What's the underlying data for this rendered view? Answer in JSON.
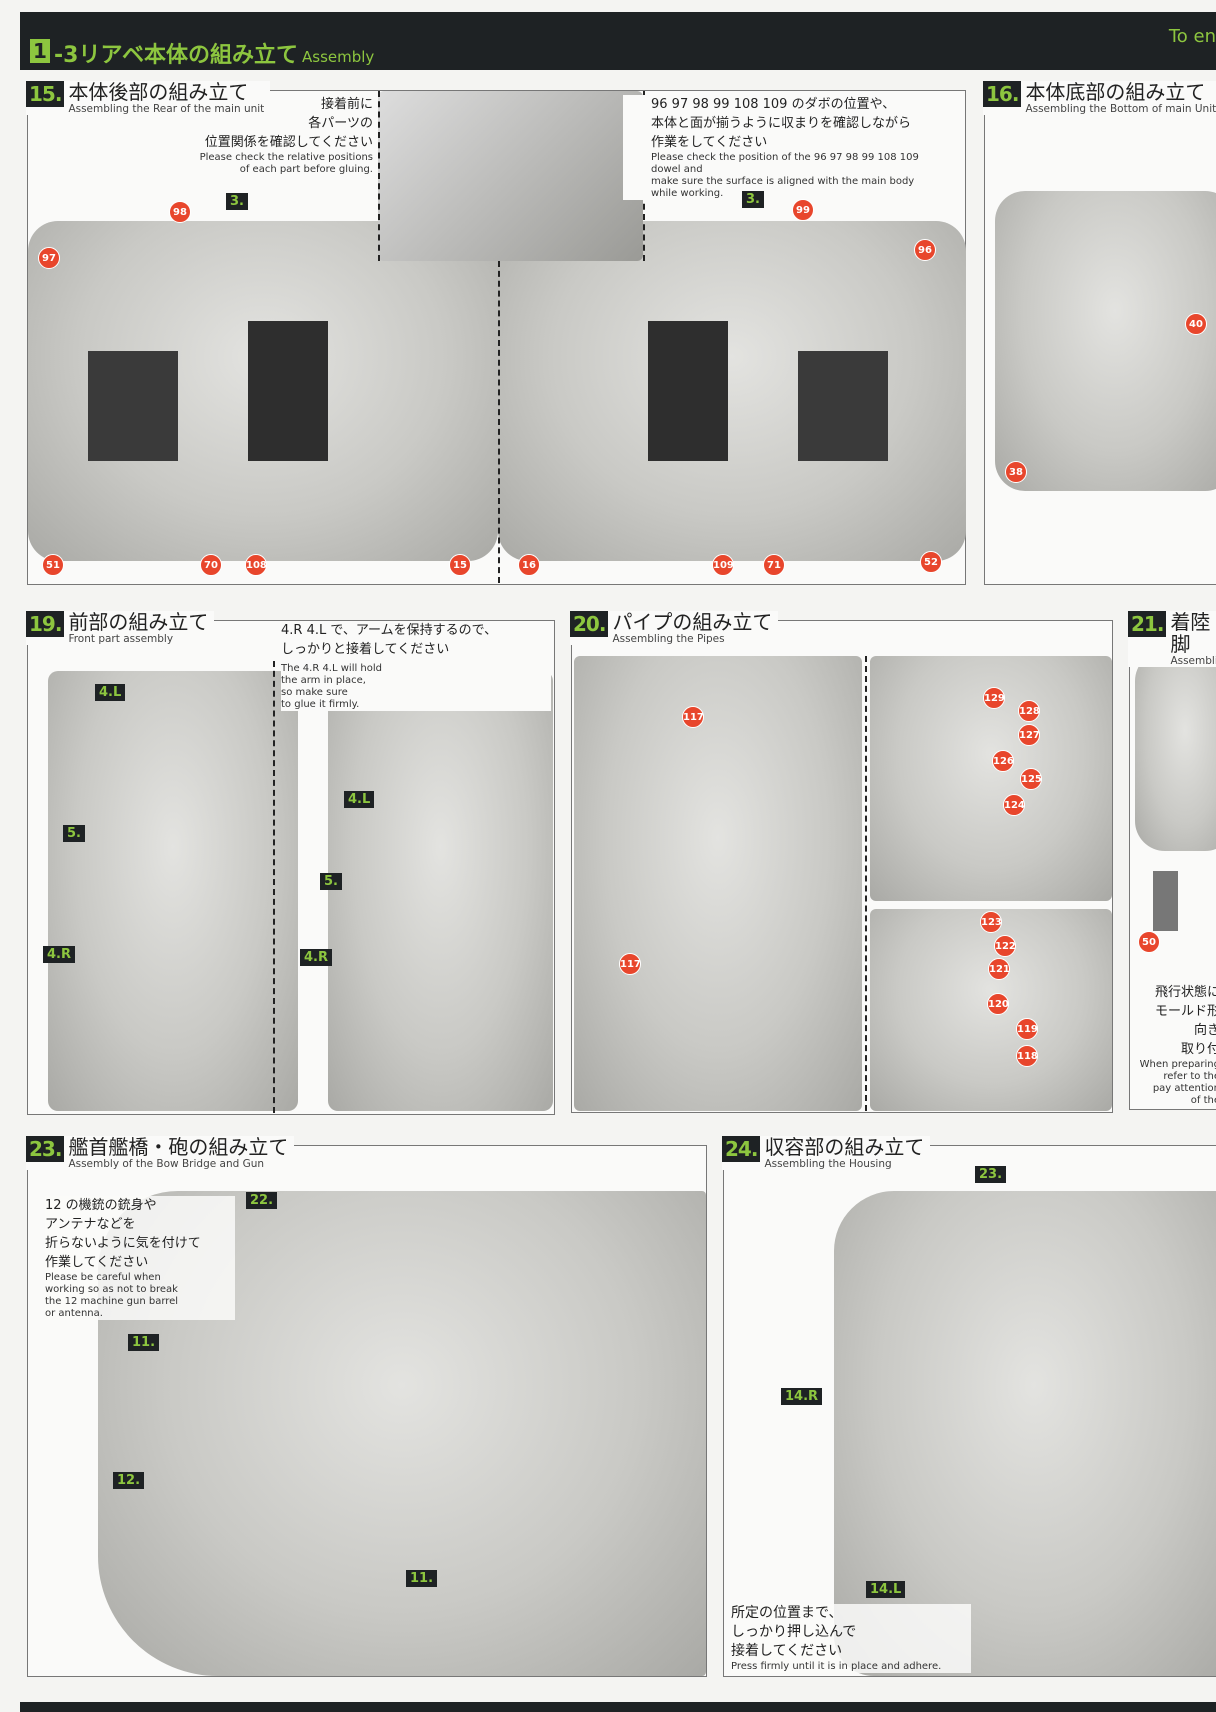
{
  "header": {
    "number": "1",
    "title": "-3リアベ本体の組み立て",
    "title_en": "Assembly",
    "right": "To en"
  },
  "s15": {
    "step": "15.",
    "title": "本体後部の組み立て",
    "title_en": "Assembling the Rear of the main unit",
    "note1_jp": [
      "接着前に",
      "各パーツの",
      "位置関係を確認してください"
    ],
    "note1_en": [
      "Please check the relative positions",
      "of each part before gluing."
    ],
    "note2_jp": [
      "96 97 98 99 108 109 のダボの位置や、",
      "本体と面が揃うように収まりを確認しながら",
      "作業をしてください"
    ],
    "note2_en": [
      "Please check the position of the 96 97 98 99 108 109 dowel and",
      "make sure the surface is aligned with the main body",
      "while working."
    ],
    "callouts": [
      "97",
      "98",
      "51",
      "70",
      "108",
      "15",
      "99",
      "96",
      "16",
      "109",
      "71",
      "52"
    ],
    "parts": [
      "3.",
      "3."
    ]
  },
  "s16": {
    "step": "16.",
    "title": "本体底部の組み立て",
    "title_en": "Assembling the Bottom of main Unit",
    "callouts": [
      "40",
      "38"
    ]
  },
  "s19": {
    "step": "19.",
    "title": "前部の組み立て",
    "title_en": "Front part assembly",
    "note_jp": [
      "4.R 4.L で、アームを保持するので、",
      "しっかりと接着してください"
    ],
    "note_en": [
      "The 4.R 4.L will hold",
      "the arm in place,",
      "so make sure",
      "to glue it firmly."
    ],
    "parts": [
      "4.L",
      "5.",
      "4.R",
      "4.L",
      "5.",
      "4.R"
    ]
  },
  "s20": {
    "step": "20.",
    "title": "パイプの組み立て",
    "title_en": "Assembling the Pipes",
    "callouts": [
      "117",
      "117",
      "129",
      "128",
      "127",
      "126",
      "125",
      "124",
      "123",
      "122",
      "121",
      "120",
      "119",
      "118"
    ]
  },
  "s21": {
    "step": "21.",
    "title": "着陸脚",
    "title_en": "Assemblin",
    "callouts": [
      "50"
    ],
    "note_jp": [
      "飛行状態に",
      "モールド形",
      "向き",
      "取り付"
    ],
    "note_en": [
      "When preparing",
      "refer to the",
      "pay attention",
      "of the"
    ]
  },
  "s23": {
    "step": "23.",
    "title": "艦首艦橋・砲の組み立て",
    "title_en": "Assembly of the Bow Bridge and Gun",
    "note_jp": [
      "12 の機銃の銃身や",
      "アンテナなどを",
      "折らないように気を付けて",
      "作業してください"
    ],
    "note_en": [
      "Please be careful when",
      "working so as not to break",
      "the 12 machine gun barrel",
      "or antenna."
    ],
    "parts": [
      "22.",
      "11.",
      "12.",
      "11."
    ]
  },
  "s24": {
    "step": "24.",
    "title": "収容部の組み立て",
    "title_en": "Assembling the Housing",
    "parts": [
      "23.",
      "14.R",
      "14.L"
    ],
    "note_jp": [
      "所定の位置まで、",
      "しっかり押し込んで",
      "接着してください"
    ],
    "note_en": "Press firmly until it is in place and adhere."
  },
  "colors": {
    "accent": "#8dc63f",
    "dark": "#1e2224",
    "callout": "#e8462c"
  }
}
